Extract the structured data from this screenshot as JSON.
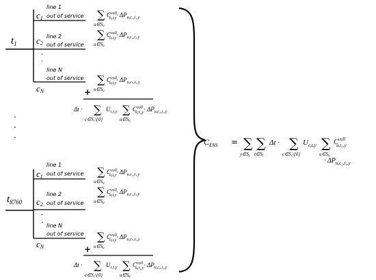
{
  "tree_top": {
    "time_label": "t",
    "time_sub": "1",
    "cases": [
      {
        "c": "c",
        "c_sub": "1",
        "line": "line 1",
        "status": "out of service",
        "term": {
          "sub_u": "u∈S",
          "sub_u_s": "u",
          "cvar": "C",
          "csup": "voll",
          "csub": "u,t,y",
          "dp": "· ΔP",
          "dpsub": "u,c₁,t₁,y"
        }
      },
      {
        "c": "c",
        "c_sub": "2",
        "line": "line 2",
        "status": "out of service",
        "term": {
          "sub_u": "u∈S",
          "sub_u_s": "u",
          "cvar": "C",
          "csup": "voll",
          "csub": "u,t,y",
          "dp": "· ΔP",
          "dpsub": "u,c₂,t₁,y"
        }
      },
      {
        "c": "c",
        "c_sub": "N",
        "line": "line N",
        "status": "out of service",
        "term": {
          "sub_u": "u∈S",
          "sub_u_s": "u",
          "cvar": "C",
          "csup": "voll",
          "csub": "u,t,y",
          "dp": "· ΔP",
          "dpsub": "u,cₙ,t₁,y"
        }
      }
    ],
    "plus": "+",
    "bottom": {
      "dt": "Δt ·",
      "sum_c": "c∈S",
      "sum_c_s": "c",
      "sum_c_rest": "\\{0}",
      "u": "U",
      "usub": "c,t,y",
      "sub_u": "u∈S",
      "sub_u_s": "u",
      "cvar": "C",
      "csup": "voll",
      "csub": "u,t₁,y",
      "dp": "· ΔP",
      "dpsub": "u,c₂,t₁,y"
    }
  },
  "tree_bottom": {
    "time_label": "t",
    "time_sub": "8760",
    "cases": [
      {
        "c": "c",
        "c_sub": "1",
        "line": "line 1",
        "status": "out of service",
        "term": {
          "sub_u": "u∈S",
          "sub_u_s": "u",
          "cvar": "C",
          "csup": "voll",
          "csub": "u,t,y",
          "dp": "· ΔP",
          "dpsub": "u,c₁,t₁,y"
        }
      },
      {
        "c": "c",
        "c_sub": "2",
        "line": "line 2",
        "status": "out of service",
        "term": {
          "sub_u": "u∈S",
          "sub_u_s": "u",
          "cvar": "C",
          "csup": "voll",
          "csub": "u,t,y",
          "dp": "· ΔP",
          "dpsub": "u,c₂,t₁,y"
        }
      },
      {
        "c": "c",
        "c_sub": "N",
        "line": "line N",
        "status": "out of service",
        "term": {
          "sub_u": "u∈S",
          "sub_u_s": "u",
          "cvar": "C",
          "csup": "voll",
          "csub": "u,t,y",
          "dp": "· ΔP",
          "dpsub": "u,cₙ,t₁,y"
        }
      }
    ],
    "plus": "+",
    "bottom": {
      "dt": "Δt ·",
      "sum_c": "c∈S",
      "sum_c_s": "c",
      "sum_c_rest": "\\{0}",
      "u": "U",
      "usub": "c,t,y",
      "sub_u": "u∈S",
      "sub_u_s": "u",
      "cvar": "C",
      "csup": "voll",
      "csub": "u,t₁,y",
      "dp": "· ΔP",
      "dpsub": "u,c₂,t₁,y"
    }
  },
  "dots": ".",
  "result": {
    "lhs": "C",
    "lhs_sub": "ENS",
    "eq": "=",
    "s1": "y∈S",
    "s1s": "y",
    "s2": "t∈S",
    "s2s": "t",
    "dt": "Δt ·",
    "s3": "c∈S",
    "s3s": "c",
    "s3r": "\\{0}",
    "u": "U",
    "usub": "c,t,y",
    "s4": "u∈S",
    "s4s": "u",
    "cvar": "C",
    "csup": "voll",
    "csub": "u,t₁,y",
    "dp": "· ΔP",
    "dpsub": "u,c₂,t₁,y"
  }
}
